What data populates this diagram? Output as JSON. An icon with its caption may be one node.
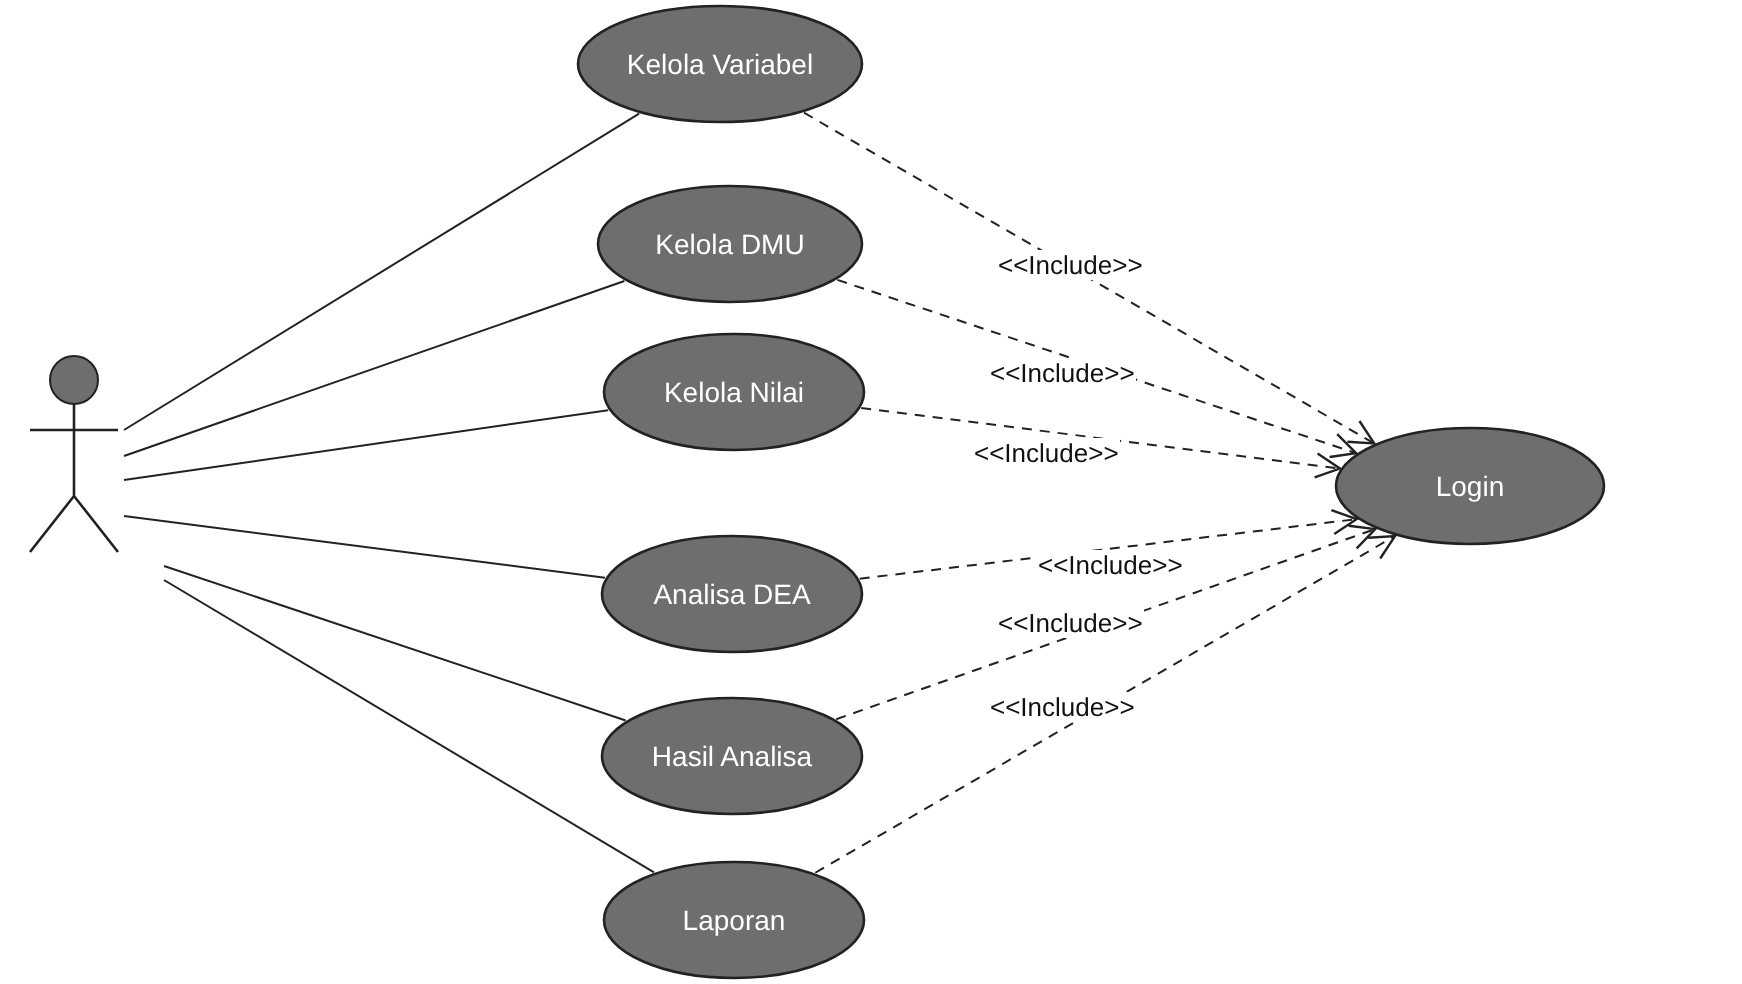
{
  "diagram": {
    "nodes": [
      {
        "text": [],
        "shape": "person"
      },
      {
        "text": [
          "Kelola Variabel"
        ]
      },
      {
        "text": [
          "Kelola DMU"
        ]
      },
      {
        "text": [
          "Kelola Nilai"
        ]
      },
      {
        "text": [
          "Analisa DEA"
        ]
      },
      {
        "text": [
          "Hasil Analisa"
        ]
      },
      {
        "text": [
          "Laporan"
        ]
      },
      {
        "text": [
          "Login"
        ]
      }
    ],
    "edges": [
      {
        "from": 0,
        "to": 1,
        "arrow": "none"
      },
      {
        "from": 0,
        "to": 2,
        "arrow": "none"
      },
      {
        "from": 0,
        "to": 3,
        "arrow": "none"
      },
      {
        "from": 0,
        "to": 4,
        "arrow": "none"
      },
      {
        "from": 0,
        "to": 5,
        "arrow": "none"
      },
      {
        "from": 0,
        "to": 6,
        "arrow": "none"
      },
      {
        "from": 1,
        "to": 7,
        "arrow": "to",
        "label": "<<Include>>",
        "style": "dashed"
      },
      {
        "from": 2,
        "to": 7,
        "arrow": "to",
        "label": "<<Include>>",
        "style": "dashed"
      },
      {
        "from": 3,
        "to": 7,
        "arrow": "to",
        "label": "<<Include>>",
        "style": "dashed"
      },
      {
        "from": 4,
        "to": 7,
        "arrow": "to",
        "label": "<<Include>>",
        "style": "dashed"
      },
      {
        "from": 5,
        "to": 7,
        "arrow": "to",
        "label": "<<Include>>",
        "style": "dashed"
      },
      {
        "from": 6,
        "to": 7,
        "arrow": "to",
        "label": "<<Include>>",
        "style": "dashed"
      }
    ]
  }
}
